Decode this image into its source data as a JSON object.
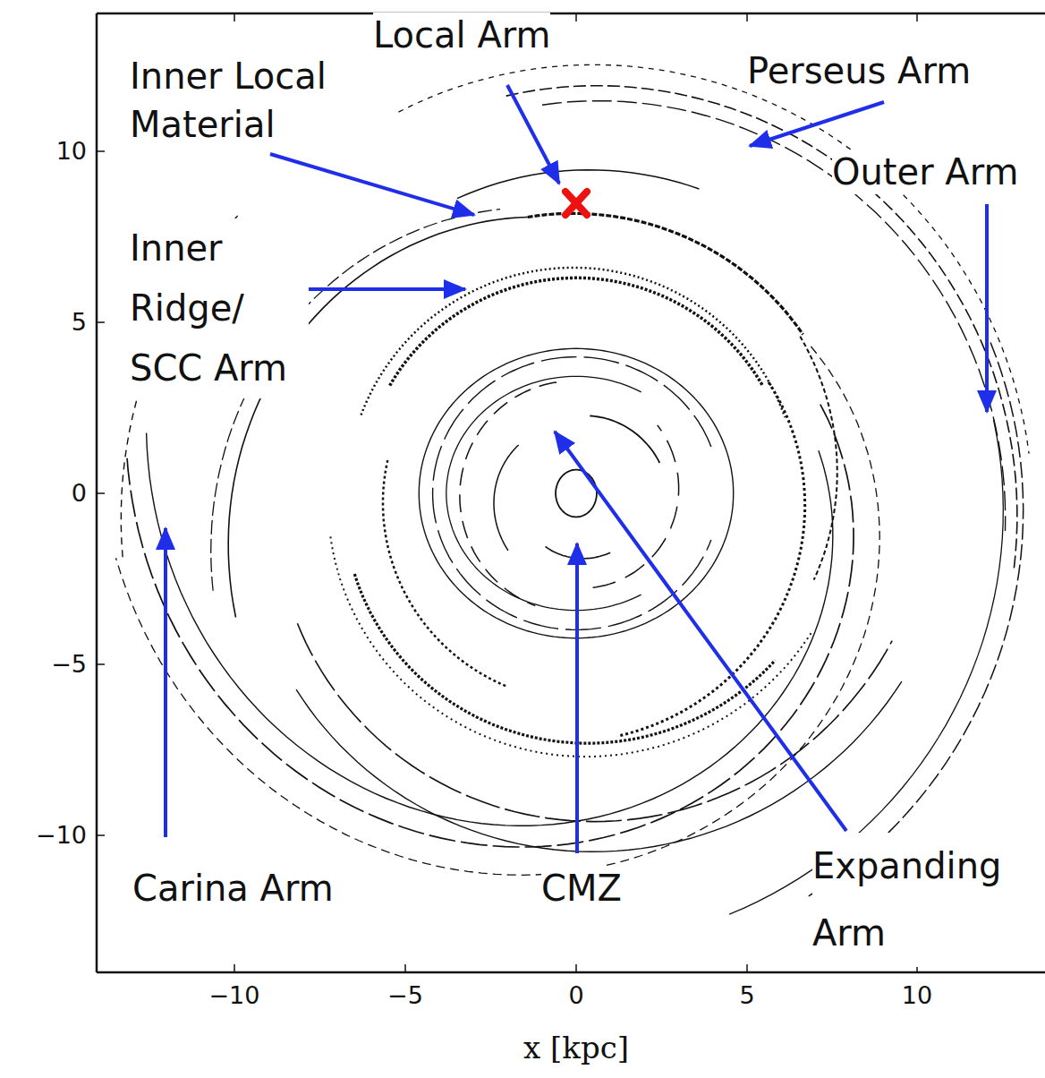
{
  "diagram": {
    "labels": [
      "Local Arm",
      "Inner Local Material",
      "Perseus Arm",
      "Outer Arm",
      "Inner Ridge/ SCC Arm",
      "Carina Arm",
      "CMZ",
      "Expanding Arm",
      "10",
      "5",
      "0",
      "−5",
      "−10",
      "−10",
      "−5",
      "0",
      "5",
      "10",
      "x [kpc]"
    ]
  }
}
